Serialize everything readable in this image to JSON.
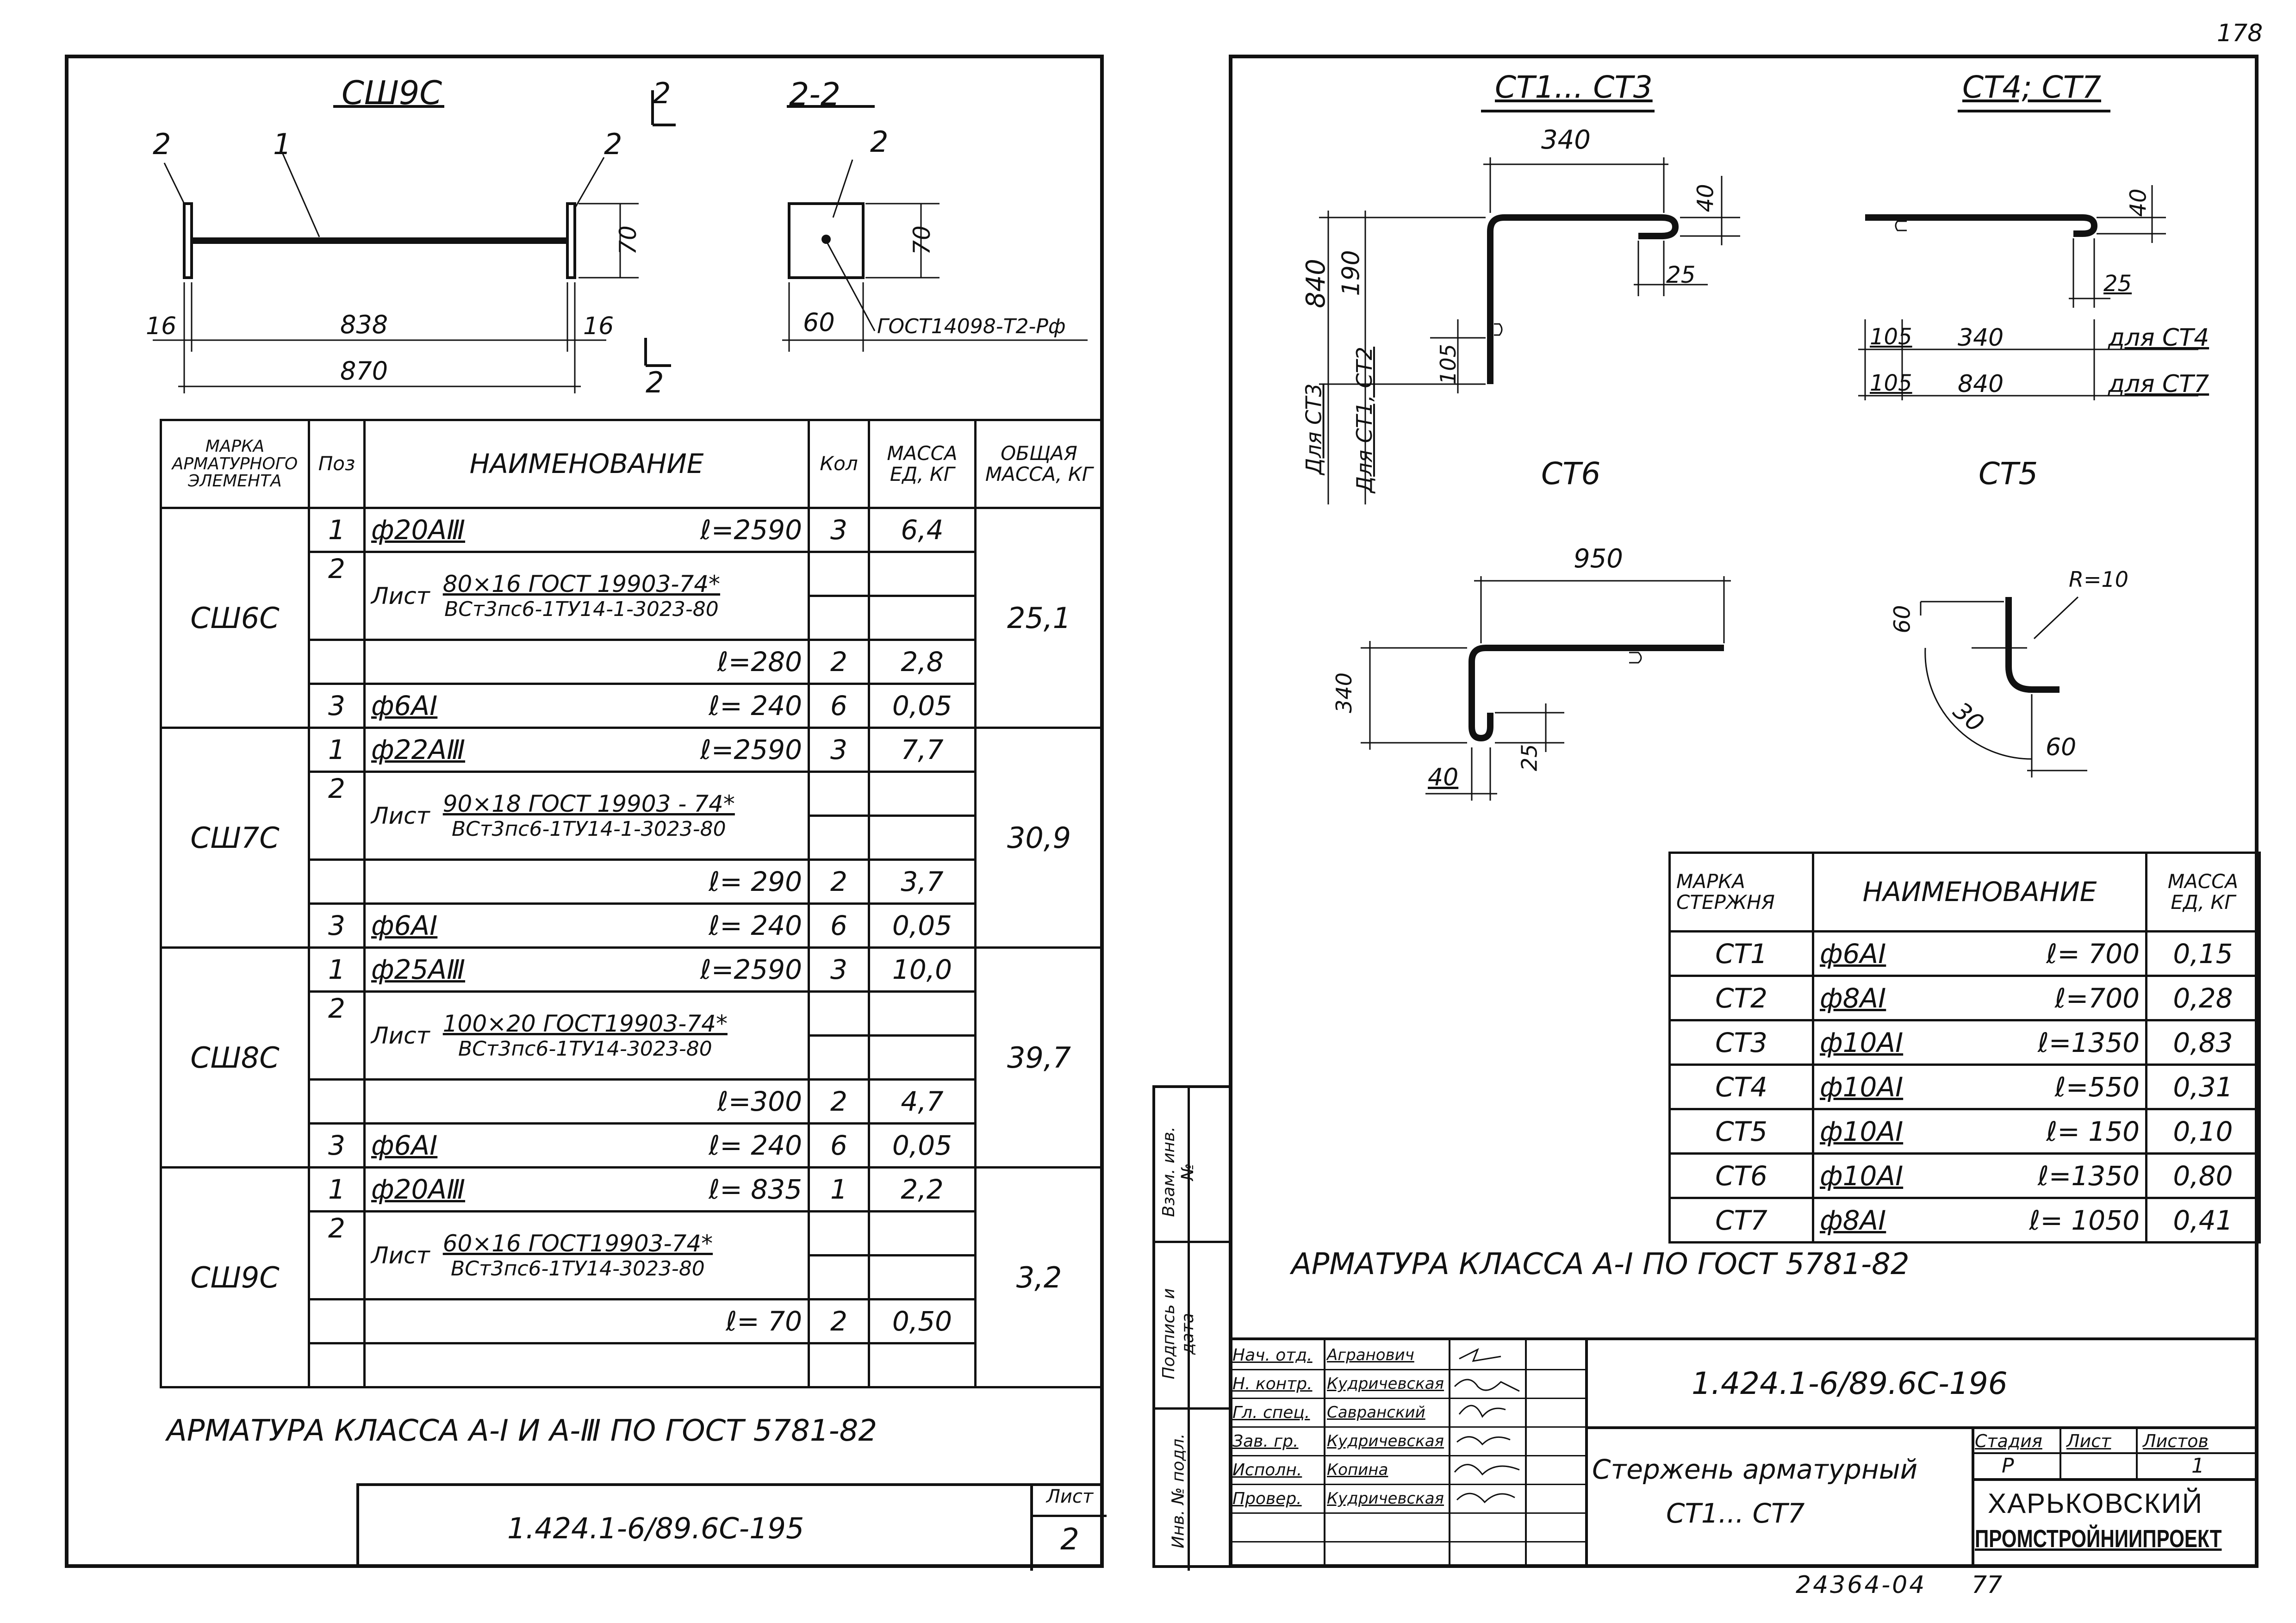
{
  "page_number": "178",
  "left_sheet": {
    "drawing": {
      "title": "СШ9С",
      "section_cut": "2-2",
      "cut_mark": "2",
      "pos_labels": [
        "2",
        "1",
        "2",
        "2"
      ],
      "dims": {
        "d70": "70",
        "d70b": "70",
        "d60": "60",
        "d16a": "16",
        "d838": "838",
        "d16b": "16",
        "d870": "870"
      },
      "gost_note": "ГОСТ14098-Т2-Рф"
    },
    "table": {
      "headers": {
        "mark": "МАРКА АРМАТУРНОГО ЭЛЕМЕНТА",
        "pos": "Поз",
        "name": "НАИМЕНОВАНИЕ",
        "qty": "Кол",
        "mass_unit": "МАССА ЕД, КГ",
        "mass_total": "ОБЩАЯ МАССА, КГ"
      },
      "groups": [
        {
          "mark": "СШ6С",
          "total": "25,1",
          "r1": {
            "pos": "1",
            "name": "ф20АⅢ",
            "len": "ℓ=2590",
            "qty": "3",
            "mass": "6,4"
          },
          "sheet": {
            "pos": "2",
            "word": "Лист",
            "spec_top": "80×16 ГОСТ 19903-74*",
            "spec_bot": "ВСт3пс6-1ТУ14-1-3023-80"
          },
          "r3": {
            "len": "ℓ=280",
            "qty": "2",
            "mass": "2,8"
          },
          "r4": {
            "pos": "3",
            "name": "ф6АⅠ",
            "len": "ℓ= 240",
            "qty": "6",
            "mass": "0,05"
          }
        },
        {
          "mark": "СШ7С",
          "total": "30,9",
          "r1": {
            "pos": "1",
            "name": "ф22АⅢ",
            "len": "ℓ=2590",
            "qty": "3",
            "mass": "7,7"
          },
          "sheet": {
            "pos": "2",
            "word": "Лист",
            "spec_top": "90×18 ГОСТ 19903 - 74*",
            "spec_bot": "ВСт3пс6-1ТУ14-1-3023-80"
          },
          "r3": {
            "len": "ℓ= 290",
            "qty": "2",
            "mass": "3,7"
          },
          "r4": {
            "pos": "3",
            "name": "ф6АⅠ",
            "len": "ℓ= 240",
            "qty": "6",
            "mass": "0,05"
          }
        },
        {
          "mark": "СШ8С",
          "total": "39,7",
          "r1": {
            "pos": "1",
            "name": "ф25АⅢ",
            "len": "ℓ=2590",
            "qty": "3",
            "mass": "10,0"
          },
          "sheet": {
            "pos": "2",
            "word": "Лист",
            "spec_top": "100×20 ГОСТ19903-74*",
            "spec_bot": "ВСт3пс6-1ТУ14-3023-80"
          },
          "r3": {
            "len": "ℓ=300",
            "qty": "2",
            "mass": "4,7"
          },
          "r4": {
            "pos": "3",
            "name": "ф6АⅠ",
            "len": "ℓ= 240",
            "qty": "6",
            "mass": "0,05"
          }
        },
        {
          "mark": "СШ9С",
          "total": "3,2",
          "r1": {
            "pos": "1",
            "name": "ф20АⅢ",
            "len": "ℓ= 835",
            "qty": "1",
            "mass": "2,2"
          },
          "sheet": {
            "pos": "2",
            "word": "Лист",
            "spec_top": "60×16 ГОСТ19903-74*",
            "spec_bot": "ВСт3пс6-1ТУ14-3023-80"
          },
          "r3": {
            "len": "ℓ= 70",
            "qty": "2",
            "mass": "0,50"
          }
        }
      ]
    },
    "note": "АРМАТУРА КЛАССА А-Ⅰ И А-Ⅲ ПО ГОСТ 5781-82",
    "stamp": {
      "code": "1.424.1-6/89.6С-195",
      "sheet_label": "Лист",
      "sheet_no": "2"
    }
  },
  "right_sheet": {
    "drawings": {
      "ct1_3": {
        "title": "СТ1... СТ3",
        "d340": "340",
        "d40": "40",
        "d25": "25",
        "d840": "840",
        "d190": "190",
        "d105": "105",
        "for_ct3": "Для СТ3",
        "for_ct12": "Для СТ1, СТ2"
      },
      "ct4_7": {
        "title": "СТ4; СТ7",
        "d40": "40",
        "d25": "25",
        "d105a": "105",
        "d340": "340",
        "for_ct4": "для СТ4",
        "d105b": "105",
        "d840": "840",
        "for_ct7": "для СТ7"
      },
      "ct6": {
        "title": "СТ6",
        "d950": "950",
        "d340": "340",
        "d25": "25",
        "d40": "40"
      },
      "ct5": {
        "title": "СТ5",
        "r10": "R=10",
        "d60a": "60",
        "d30": "30",
        "d60b": "60"
      }
    },
    "table": {
      "headers": {
        "mark": "МАРКА СТЕРЖНЯ",
        "name": "НАИМЕНОВАНИЕ",
        "mass": "МАССА ЕД, КГ"
      },
      "rows": [
        {
          "mark": "СТ1",
          "name": "ф6АⅠ",
          "len": "ℓ= 700",
          "mass": "0,15"
        },
        {
          "mark": "СТ2",
          "name": "ф8АⅠ",
          "len": "ℓ=700",
          "mass": "0,28"
        },
        {
          "mark": "СТ3",
          "name": "ф10АⅠ",
          "len": "ℓ=1350",
          "mass": "0,83"
        },
        {
          "mark": "СТ4",
          "name": "ф10АⅠ",
          "len": "ℓ=550",
          "mass": "0,31"
        },
        {
          "mark": "СТ5",
          "name": "ф10АⅠ",
          "len": "ℓ= 150",
          "mass": "0,10"
        },
        {
          "mark": "СТ6",
          "name": "ф10АⅠ",
          "len": "ℓ=1350",
          "mass": "0,80"
        },
        {
          "mark": "СТ7",
          "name": "ф8АⅠ",
          "len": "ℓ= 1050",
          "mass": "0,41"
        }
      ]
    },
    "note": "АРМАТУРА КЛАССА А-Ⅰ ПО ГОСТ 5781-82",
    "side_labels": [
      "Взам. инв. №",
      "Подпись и дата",
      "Инв. № подл."
    ],
    "title_block": {
      "roles": [
        "Нач. отд.",
        "Н. контр.",
        "Гл. спец.",
        "Зав. гр.",
        "Исполн.",
        "Провер."
      ],
      "names": [
        "Агранович",
        "Кудричевская",
        "Савранский",
        "Кудричевская",
        "Копина",
        "Кудричевская"
      ],
      "code": "1.424.1-6/89.6С-196",
      "item_title": "Стержень арматурный",
      "item_sub": "СТ1... СТ7",
      "stage_label": "Стадия",
      "sheet_label": "Лист",
      "sheets_label": "Листов",
      "stage": "Р",
      "sheets": "1",
      "org1": "ХАРЬКОВСКИЙ",
      "org2": "ПРОМСТРОЙНИИПРОЕКТ"
    },
    "footer": {
      "archive": "24364-04",
      "num": "77"
    }
  }
}
